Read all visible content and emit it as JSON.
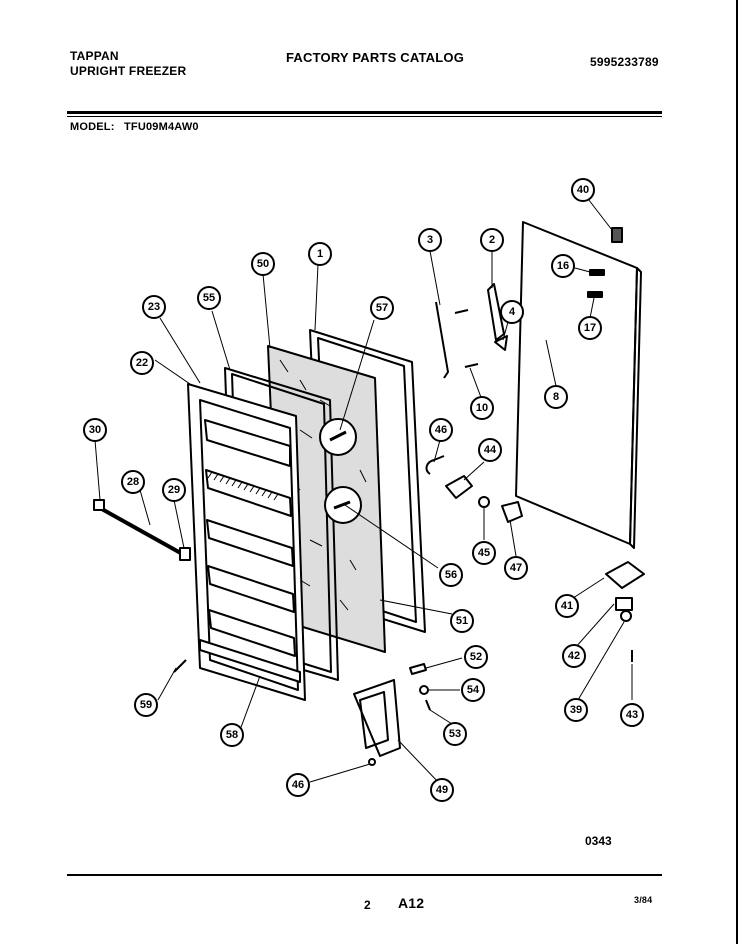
{
  "header": {
    "brand": "TAPPAN",
    "product": "UPRIGHT FREEZER",
    "catalog_title": "FACTORY PARTS CATALOG",
    "catalog_number": "5995233789",
    "model_label": "MODEL:",
    "model_value": "TFU09M4AW0"
  },
  "drawing_code": "0343",
  "footer": {
    "page_number": "2",
    "section": "A12",
    "date": "3/84"
  },
  "callouts": [
    "40",
    "16",
    "17",
    "3",
    "2",
    "4",
    "8",
    "10",
    "1",
    "50",
    "57",
    "55",
    "23",
    "22",
    "30",
    "28",
    "29",
    "46",
    "44",
    "45",
    "47",
    "56",
    "51",
    "41",
    "42",
    "39",
    "43",
    "52",
    "54",
    "53",
    "59",
    "58",
    "46",
    "49"
  ]
}
